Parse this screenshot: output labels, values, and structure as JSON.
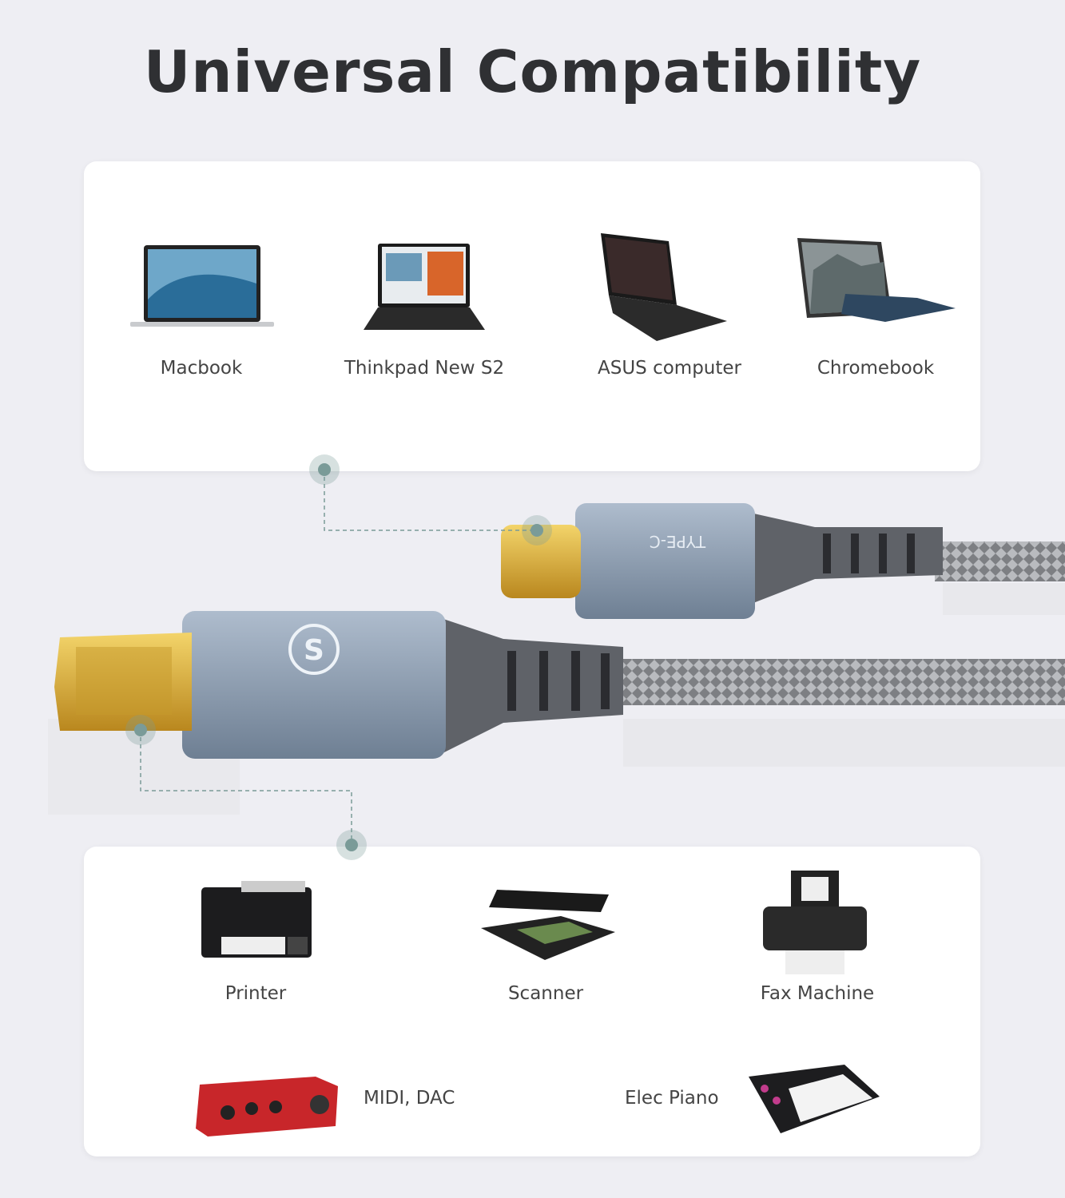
{
  "title": "Universal Compatibility",
  "computers": [
    {
      "label": "Macbook",
      "icon": "macbook-icon"
    },
    {
      "label": "Thinkpad New S2",
      "icon": "thinkpad-icon"
    },
    {
      "label": "ASUS computer",
      "icon": "asus-laptop-icon"
    },
    {
      "label": "Chromebook",
      "icon": "chromebook-icon"
    }
  ],
  "devices": [
    {
      "label": "Printer",
      "icon": "printer-icon"
    },
    {
      "label": "Scanner",
      "icon": "scanner-icon"
    },
    {
      "label": "Fax Machine",
      "icon": "fax-icon"
    },
    {
      "label": "MIDI, DAC",
      "icon": "audio-interface-icon"
    },
    {
      "label": "Elec Piano",
      "icon": "midi-keyboard-icon"
    }
  ],
  "cable": {
    "type_c_label": "TYPE-C",
    "logo_letter": "S"
  },
  "colors": {
    "background": "#eeeef3",
    "card": "#ffffff",
    "connector_shell": "#8a9bb0",
    "gold": "#e0b43a",
    "dot": "#7a9b98"
  }
}
